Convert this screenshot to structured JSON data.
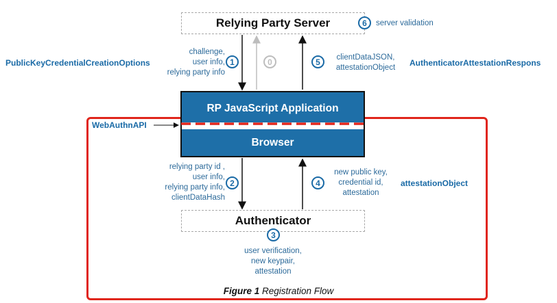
{
  "nodes": {
    "rp_server": "Relying Party Server",
    "rp_app": "RP JavaScript Application",
    "browser": "Browser",
    "authenticator": "Authenticator"
  },
  "side_labels": {
    "left_top": "PublicKeyCredentialCreationOptions",
    "right_top": "AuthenticatorAttestationRespons",
    "webauthn": "WebAuthnAPI",
    "right_bottom": "attestationObject"
  },
  "steps": [
    {
      "num": "0"
    },
    {
      "num": "1",
      "text": [
        "challenge,",
        "user info,",
        "relying party info"
      ]
    },
    {
      "num": "2",
      "text": [
        "relying party id ,",
        "user info,",
        "relying party info,",
        "clientDataHash"
      ]
    },
    {
      "num": "3",
      "text": [
        "user verification,",
        "new keypair,",
        "attestation"
      ]
    },
    {
      "num": "4",
      "text": [
        "new public key,",
        "credential id,",
        "attestation"
      ]
    },
    {
      "num": "5",
      "text": [
        "clientDataJSON,",
        "attestationObject"
      ]
    },
    {
      "num": "6",
      "text": [
        "server validation"
      ]
    }
  ],
  "caption": {
    "figure": "Figure 1",
    "title": "Registration Flow"
  },
  "colors": {
    "blue": "#1e6fa8",
    "red": "#e0251b",
    "grey_arrow": "#bdbdbd"
  }
}
